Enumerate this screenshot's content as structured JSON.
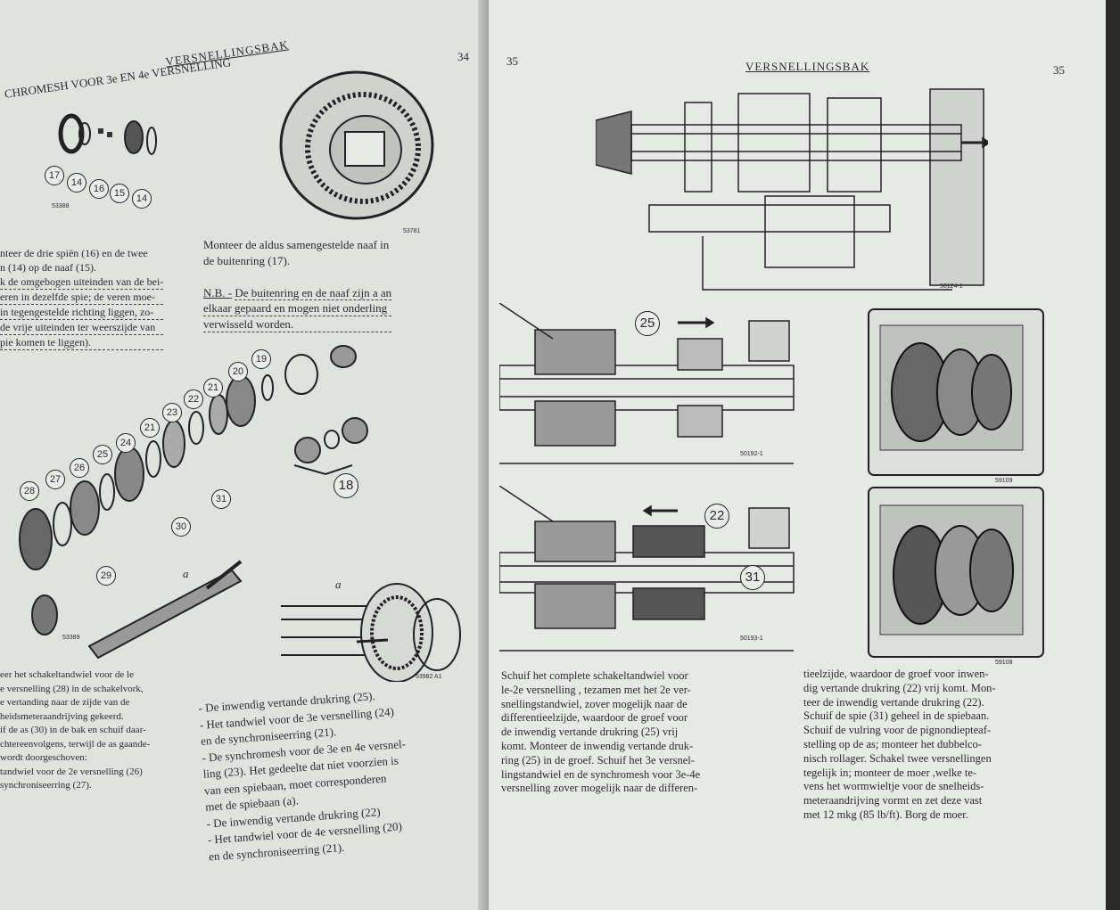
{
  "left": {
    "title": "VERSNELLINGSBAK",
    "page_number": "34",
    "section_heading": "CHROMESH VOOR 3e EN 4e VERSNELLING",
    "fig1": {
      "callouts": [
        "17",
        "14",
        "16",
        "15",
        "14"
      ],
      "id": "53388"
    },
    "fig2": {
      "id": "53781"
    },
    "fig3": {
      "callouts": [
        "28",
        "27",
        "26",
        "25",
        "24",
        "21",
        "23",
        "22",
        "21",
        "20",
        "19",
        "18",
        "29",
        "30",
        "31"
      ],
      "label_a": "a",
      "id": "53389"
    },
    "fig4": {
      "label_a": "a",
      "id": "53982 A1"
    },
    "para_a": [
      "nteer de drie spiën (16) en de twee",
      "n (14) op de naaf (15).",
      "k de omgebogen uiteinden van de bei-",
      "eren in dezelfde spie; de veren moe-",
      "in tegengestelde richting liggen, zo-",
      "de vrije uiteinden ter weerszijde van",
      "pie komen te liggen)."
    ],
    "para_b": [
      "Monteer de aldus samengestelde naaf in",
      "de buitenring (17)."
    ],
    "nb_label": "N.B. -",
    "nb_lines": [
      "De buitenring en de naaf zijn a an",
      "elkaar gepaard en mogen niet onderling",
      "verwisseld worden."
    ],
    "para_c": [
      "eer het schakeltandwiel voor de le",
      "e versnelling (28) in de schakelvork,",
      "e vertanding naar de zijde van de",
      "heidsmeteraandrijving gekeerd.",
      "if de as (30) in de bak en schuif daar-",
      "chtereenvolgens, terwijl de as gaande-",
      " wordt doorgeschoven:",
      " tandwiel voor de 2e versnelling (26)",
      " synchroniseerring (27)."
    ],
    "para_d": [
      "- De inwendig vertande drukring (25).",
      "- Het tandwiel voor de 3e versnelling (24)",
      "  en de synchroniseerring (21).",
      "- De synchromesh voor de 3e en 4e versnel-",
      "  ling (23). Het gedeelte dat niet voorzien is",
      "  van een spiebaan, moet corresponderen",
      "  met de spiebaan (a).",
      "- De inwendig vertande drukring (22)",
      "- Het tandwiel voor de 4e versnelling (20)",
      "  en de synchroniseerring (21)."
    ]
  },
  "right": {
    "corner_number": "35",
    "title": "VERSNELLINGSBAK",
    "page_number": "35",
    "fig_top_id": "50124-1",
    "fig_mid": {
      "callout": "25",
      "id": "50192-1"
    },
    "fig_low": {
      "callout_a": "22",
      "callout_b": "31",
      "id": "50193-1"
    },
    "photo_top_id": "59109",
    "photo_low_id": "59108",
    "col1": [
      "Schuif het complete schakeltandwiel voor",
      "le-2e versnelling , tezamen met het 2e ver-",
      "snellingstandwiel, zover mogelijk naar de",
      "differentieelzijde, waardoor de groef voor",
      "de inwendig vertande drukring (25) vrij",
      "komt. Monteer de inwendig vertande druk-",
      "ring (25) in de groef. Schuif het 3e versnel-",
      "lingstandwiel en de synchromesh voor 3e-4e",
      "versnelling zover mogelijk naar de differen-"
    ],
    "col2": [
      "tieelzijde, waardoor de groef voor inwen-",
      "dig vertande drukring (22) vrij komt. Mon-",
      "teer de inwendig vertande drukring (22).",
      "Schuif de spie (31) geheel in de spiebaan.",
      "Schuif de vulring voor de pignondiepteaf-",
      "stelling op de as; monteer het dubbelco-",
      "nisch rollager. Schakel twee versnellingen",
      "tegelijk in; monteer de moer ,welke te-",
      "vens het wormwieltje voor de snelheids-",
      "meteraandrijving vormt en zet deze vast",
      "met 12 mkg (85 lb/ft). Borg de moer."
    ]
  }
}
